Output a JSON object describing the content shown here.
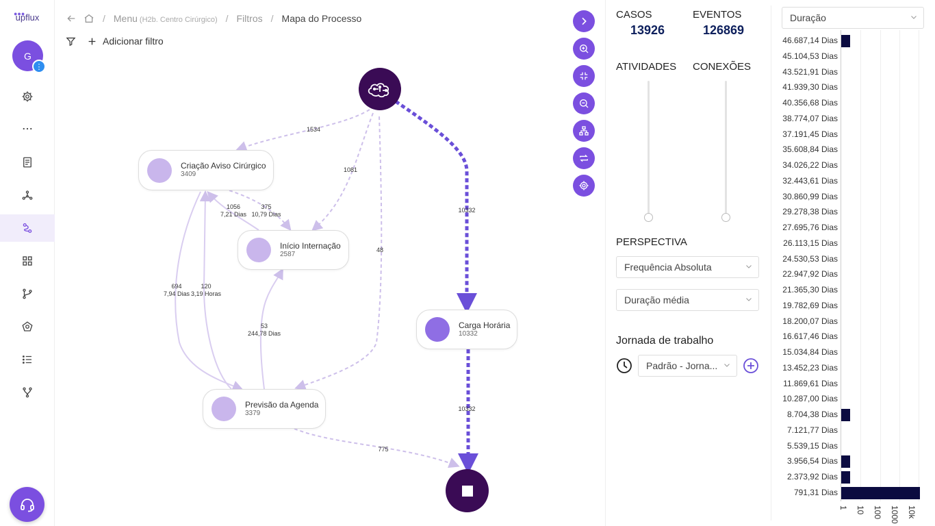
{
  "app": {
    "logo_text": "upflux"
  },
  "user": {
    "initial": "G"
  },
  "breadcrumb": {
    "menu": "Menu",
    "menu_detail": "(H2b. Centro Cirúrgico)",
    "filters": "Filtros",
    "current": "Mapa do Processo"
  },
  "filter": {
    "add_label": "Adicionar filtro"
  },
  "map": {
    "nodes": [
      {
        "id": "criacao",
        "name": "Criação Aviso Cirúrgico",
        "count": "3409"
      },
      {
        "id": "inicio",
        "name": "Início Internação",
        "count": "2587"
      },
      {
        "id": "carga",
        "name": "Carga Horária",
        "count": "10332"
      },
      {
        "id": "previsao",
        "name": "Previsão da Agenda",
        "count": "3379"
      }
    ],
    "edges": {
      "start_criacao": "1534",
      "start_inicio": "1081",
      "start_previsao": "48",
      "start_carga": "10332",
      "criacao_inicio_count": "375",
      "criacao_inicio_time": "10,79 Dias",
      "inicio_criacao_count": "1056",
      "inicio_criacao_time": "7,21 Dias",
      "criacao_previsao_count": "694",
      "criacao_previsao_time": "7,94 Dias",
      "previsao_criacao_count": "120",
      "previsao_criacao_time": "3,19 Horas",
      "previsao_inicio_count": "53",
      "previsao_inicio_time": "244,78 Dias",
      "carga_end": "10332",
      "previsao_end": "775"
    }
  },
  "stats": {
    "cases_label": "CASOS",
    "cases_value": "13926",
    "events_label": "EVENTOS",
    "events_value": "126869",
    "activities_label": "ATIVIDADES",
    "connections_label": "CONEXÕES"
  },
  "perspective": {
    "title": "PERSPECTIVA",
    "frequency_selected": "Frequência Absoluta",
    "duration_selected": "Duração média"
  },
  "workday": {
    "title": "Jornada de trabalho",
    "selected": "Padrão - Jorna..."
  },
  "histogram": {
    "selector": "Duração",
    "labels": [
      "46.687,14 Dias",
      "45.104,53 Dias",
      "43.521,91 Dias",
      "41.939,30 Dias",
      "40.356,68 Dias",
      "38.774,07 Dias",
      "37.191,45 Dias",
      "35.608,84 Dias",
      "34.026,22 Dias",
      "32.443,61 Dias",
      "30.860,99 Dias",
      "29.278,38 Dias",
      "27.695,76 Dias",
      "26.113,15 Dias",
      "24.530,53 Dias",
      "22.947,92 Dias",
      "21.365,30 Dias",
      "19.782,69 Dias",
      "18.200,07 Dias",
      "16.617,46 Dias",
      "15.034,84 Dias",
      "13.452,23 Dias",
      "11.869,61 Dias",
      "10.287,00 Dias",
      "8.704,38 Dias",
      "7.121,77 Dias",
      "5.539,15 Dias",
      "3.956,54 Dias",
      "2.373,92 Dias",
      "791,31 Dias"
    ],
    "bar_counts": [
      2,
      0,
      0,
      0,
      0,
      0,
      0,
      0,
      0,
      0,
      0,
      0,
      0,
      0,
      0,
      0,
      0,
      0,
      0,
      0,
      0,
      0,
      0,
      0,
      2,
      0,
      0,
      2,
      2,
      13000
    ],
    "axis_ticks": [
      "1",
      "10",
      "100",
      "1000",
      "10k"
    ],
    "bar_color": "#0b0b40"
  },
  "colors": {
    "accent": "#7b4fe0",
    "node_dark": "#3a0b55"
  }
}
